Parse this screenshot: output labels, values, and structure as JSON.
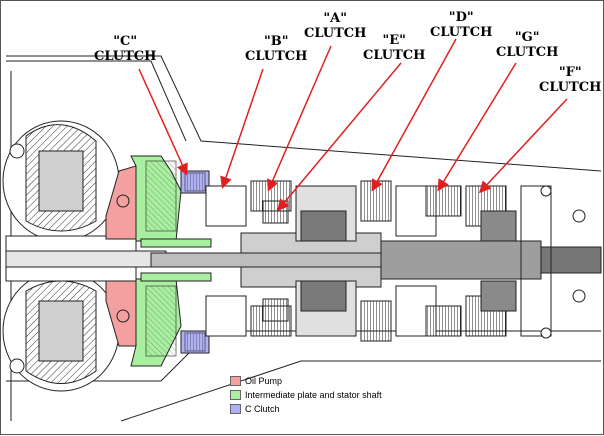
{
  "labels": {
    "c_clutch": {
      "letter": "\"C\"",
      "word": "CLUTCH"
    },
    "b_clutch": {
      "letter": "\"B\"",
      "word": "CLUTCH"
    },
    "a_clutch": {
      "letter": "\"A\"",
      "word": "CLUTCH"
    },
    "e_clutch": {
      "letter": "\"E\"",
      "word": "CLUTCH"
    },
    "d_clutch": {
      "letter": "\"D\"",
      "word": "CLUTCH"
    },
    "g_clutch": {
      "letter": "\"G\"",
      "word": "CLUTCH"
    },
    "f_clutch": {
      "letter": "\"F\"",
      "word": "CLUTCH"
    }
  },
  "legend": [
    {
      "label": "Oil Pump",
      "color": "#f5a0a0"
    },
    {
      "label": "Intermediate plate and stator shaft",
      "color": "#a8f0a0"
    },
    {
      "label": "C Clutch",
      "color": "#b0b0f5"
    }
  ],
  "colors": {
    "pointer_arrow": "#e02020",
    "oil_pump": "#f5a0a0",
    "intermediate_plate": "#a8f0a0",
    "c_clutch": "#b0b0f5"
  }
}
